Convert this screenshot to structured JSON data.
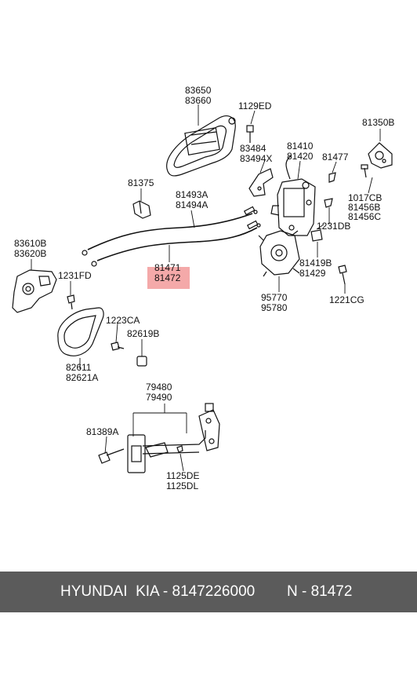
{
  "labels": {
    "p83650": "83650",
    "p83660": "83660",
    "p1129ED": "1129ED",
    "p81350B": "81350B",
    "p83484": "83484",
    "p83494X": "83494X",
    "p81410": "81410",
    "p81420": "81420",
    "p81477": "81477",
    "p1017CB": "1017CB",
    "p81456B": "81456B",
    "p81456C": "81456C",
    "p81375": "81375",
    "p81493A": "81493A",
    "p81494A": "81494A",
    "p1231DB": "1231DB",
    "p83610B": "83610B",
    "p83620B": "83620B",
    "p1231FD": "1231FD",
    "p81471": "81471",
    "p81472": "81472",
    "p81419B": "81419B",
    "p81429": "81429",
    "p1221CG": "1221CG",
    "p95770": "95770",
    "p95780": "95780",
    "p1223CA": "1223CA",
    "p82619B": "82619B",
    "p82611": "82611",
    "p82621A": "82621A",
    "p79480": "79480",
    "p79490": "79490",
    "p81389A": "81389A",
    "p1125DE": "1125DE",
    "p1125DL": "1125DL"
  },
  "highlight_color": "#f4a9a9",
  "footer": {
    "brand": "HYUNDAI  KIA - 8147226000",
    "part": "N - 81472"
  }
}
